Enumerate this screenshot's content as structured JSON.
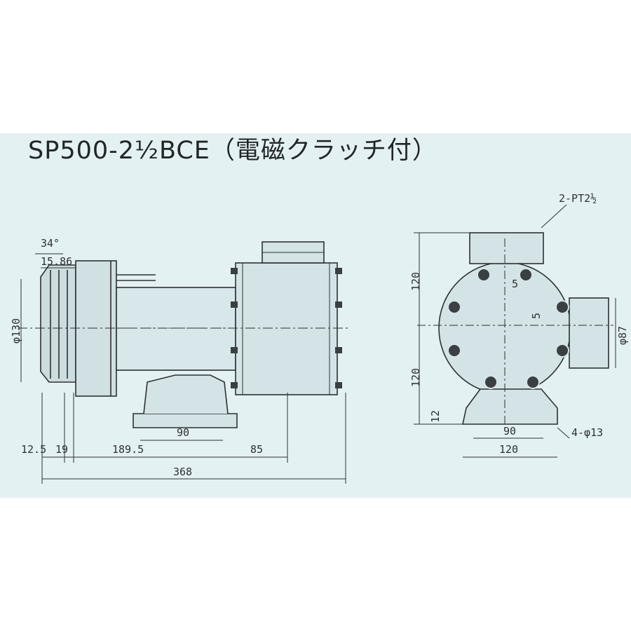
{
  "title": "SP500-2½BCE（電磁クラッチ付）",
  "colors": {
    "panel": "#e4f1f3",
    "line": "#2d3134",
    "body": "#3a3f42"
  },
  "side_view": {
    "dims": {
      "angle": "34°",
      "groove": "15.86",
      "pulley_dia": "φ130",
      "d_12_5": "12.5",
      "d_19": "19",
      "d_189_5": "189.5",
      "d_85": "85",
      "d_90": "90",
      "total": "368"
    }
  },
  "front_view": {
    "dims": {
      "port": "2-PT2½",
      "upper_120": "120",
      "lower_120": "120",
      "offset_h": "5",
      "offset_v": "5",
      "flange_dia": "φ87",
      "base_12": "12",
      "bolt_90": "90",
      "base_120": "120",
      "holes": "4-φ13"
    }
  }
}
